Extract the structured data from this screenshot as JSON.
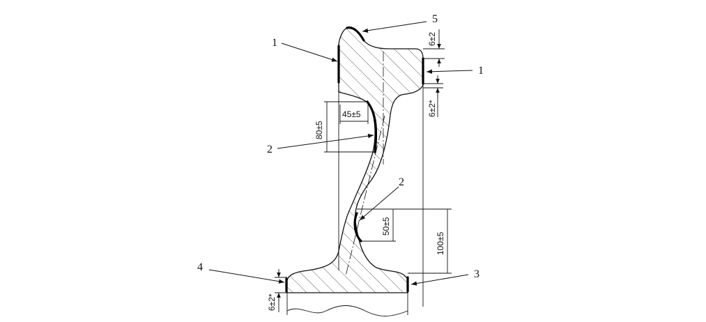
{
  "callouts": {
    "c1_left": "1",
    "c1_right": "1",
    "c2_upper": "2",
    "c2_lower": "2",
    "c3": "3",
    "c4": "4",
    "c5": "5"
  },
  "dimensions": {
    "top_right_upper": "6±2",
    "top_right_lower": "6±2*",
    "head_fillet_height": "80±5",
    "head_fillet_width": "45±5",
    "web_fillet_height": "50±5",
    "web_to_foot_height": "100±5",
    "foot_left_edge": "6±2*"
  }
}
